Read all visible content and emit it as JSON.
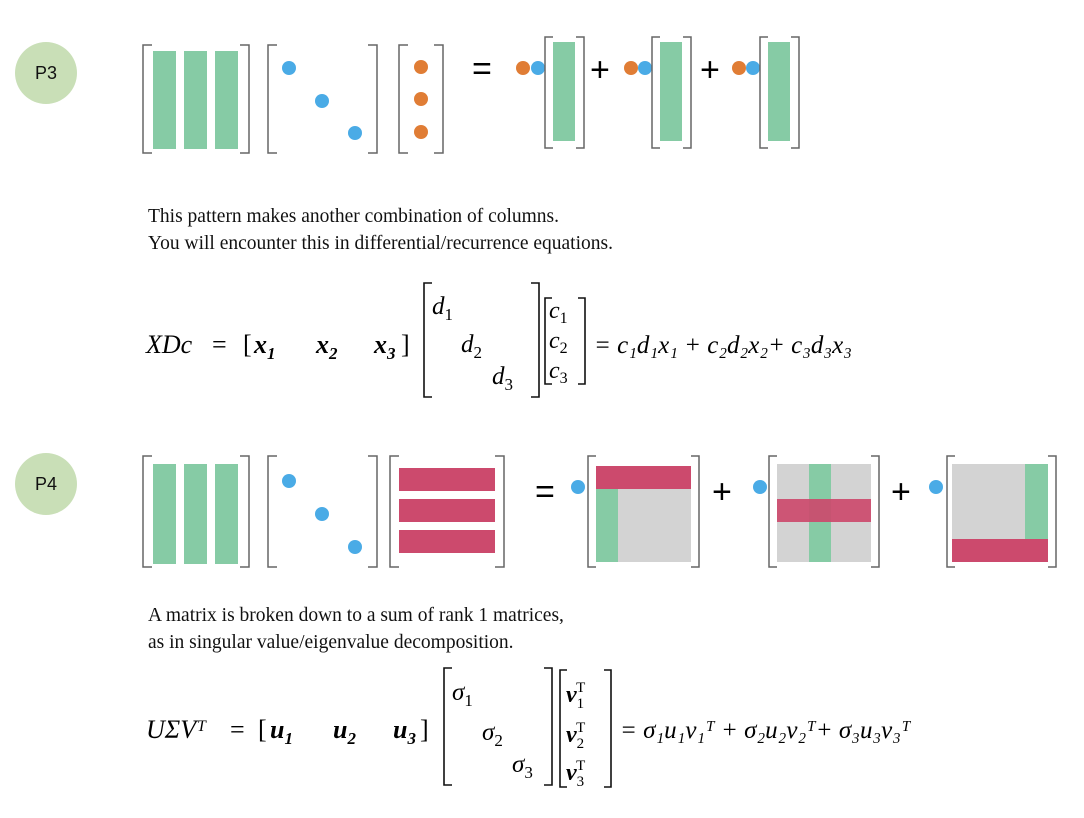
{
  "p3": {
    "badge": "P3",
    "operators": {
      "equals": "=",
      "plus1": "+",
      "plus2": "+"
    },
    "description": [
      "This pattern makes another combination of  columns.",
      "You will encounter this in differential/recurrence equations."
    ],
    "formula": {
      "lhs": "XDc",
      "eq": "=",
      "cols": [
        "x",
        "x",
        "x"
      ],
      "col_subs": [
        "1",
        "2",
        "3"
      ],
      "diag": [
        "d",
        "d",
        "d"
      ],
      "diag_subs": [
        "1",
        "2",
        "3"
      ],
      "vec": [
        "c",
        "c",
        "c"
      ],
      "vec_subs": [
        "1",
        "2",
        "3"
      ],
      "rhs": "= c₁d₁x₁ + c₂d₂x₂+ c₃d₃x₃"
    }
  },
  "p4": {
    "badge": "P4",
    "operators": {
      "equals": "=",
      "plus1": "+",
      "plus2": "+"
    },
    "description": [
      "A matrix is broken down to a sum of rank 1 matrices,",
      "as in singular value/eigenvalue decomposition."
    ],
    "formula": {
      "lhs": "UΣVᵀ",
      "eq": "=",
      "cols": [
        "u",
        "u",
        "u"
      ],
      "col_subs": [
        "1",
        "2",
        "3"
      ],
      "diag": [
        "σ",
        "σ",
        "σ"
      ],
      "diag_subs": [
        "1",
        "2",
        "3"
      ],
      "vec": [
        "v",
        "v",
        "v"
      ],
      "vec_subs": [
        "1",
        "2",
        "3"
      ],
      "vec_sup": "T",
      "rhs": "= σ₁u₁v₁ᵀ + σ₂u₂v₂ᵀ+ σ₃u₃v₃ᵀ"
    }
  },
  "colors": {
    "green": "#86cba5",
    "blue": "#4aabe6",
    "orange": "#e07d35",
    "pink": "#cc4a6d",
    "gray": "#d3d3d3",
    "bracket": "#666666",
    "badge": "#c9dfb7"
  }
}
